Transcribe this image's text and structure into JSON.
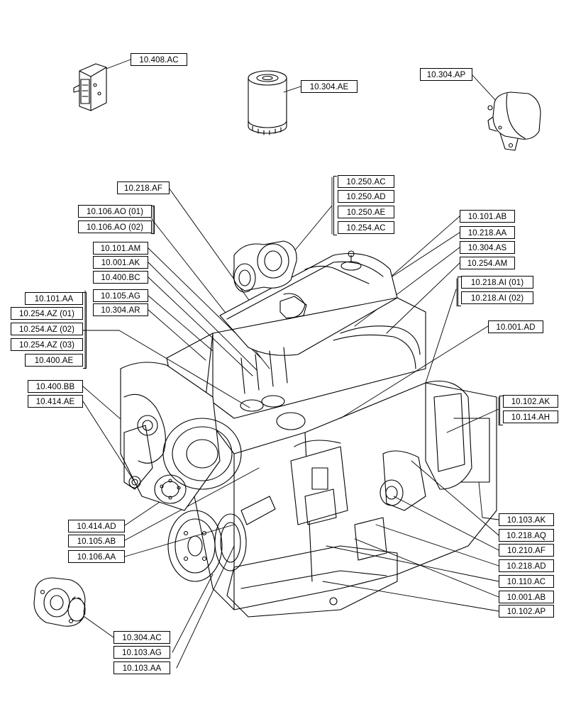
{
  "callouts": {
    "c_10_408_AC": "10.408.AC",
    "c_10_304_AE": "10.304.AE",
    "c_10_304_AP": "10.304.AP",
    "c_10_218_AF": "10.218.AF",
    "c_10_106_AO_01": "10.106.AO (01)",
    "c_10_106_AO_02": "10.106.AO (02)",
    "c_10_101_AM": "10.101.AM",
    "c_10_001_AK": "10.001.AK",
    "c_10_400_BC": "10.400.BC",
    "c_10_105_AG": "10.105.AG",
    "c_10_304_AR": "10.304.AR",
    "c_10_101_AA": "10.101.AA",
    "c_10_254_AZ_01": "10.254.AZ (01)",
    "c_10_254_AZ_02": "10.254.AZ (02)",
    "c_10_254_AZ_03": "10.254.AZ (03)",
    "c_10_400_AE": "10.400.AE",
    "c_10_400_BB": "10.400.BB",
    "c_10_414_AE": "10.414.AE",
    "c_10_250_AC": "10.250.AC",
    "c_10_250_AD": "10.250.AD",
    "c_10_250_AE": "10.250.AE",
    "c_10_254_AC": "10.254.AC",
    "c_10_101_AB": "10.101.AB",
    "c_10_218_AA": "10.218.AA",
    "c_10_304_AS": "10.304.AS",
    "c_10_254_AM": "10.254.AM",
    "c_10_218_AI_01": "10.218.AI (01)",
    "c_10_218_AI_02": "10.218.AI (02)",
    "c_10_001_AD": "10.001.AD",
    "c_10_102_AK": "10.102.AK",
    "c_10_114_AH": "10.114.AH",
    "c_10_414_AD": "10.414.AD",
    "c_10_105_AB": "10.105.AB",
    "c_10_106_AA": "10.106.AA",
    "c_10_103_AK": "10.103.AK",
    "c_10_218_AQ": "10.218.AQ",
    "c_10_210_AF": "10.210.AF",
    "c_10_218_AD": "10.218.AD",
    "c_10_110_AC": "10.110.AC",
    "c_10_001_AB": "10.001.AB",
    "c_10_102_AP": "10.102.AP",
    "c_10_304_AC": "10.304.AC",
    "c_10_103_AG": "10.103.AG",
    "c_10_103_AA": "10.103.AA"
  },
  "colors": {
    "line": "#000000",
    "background": "#ffffff"
  }
}
